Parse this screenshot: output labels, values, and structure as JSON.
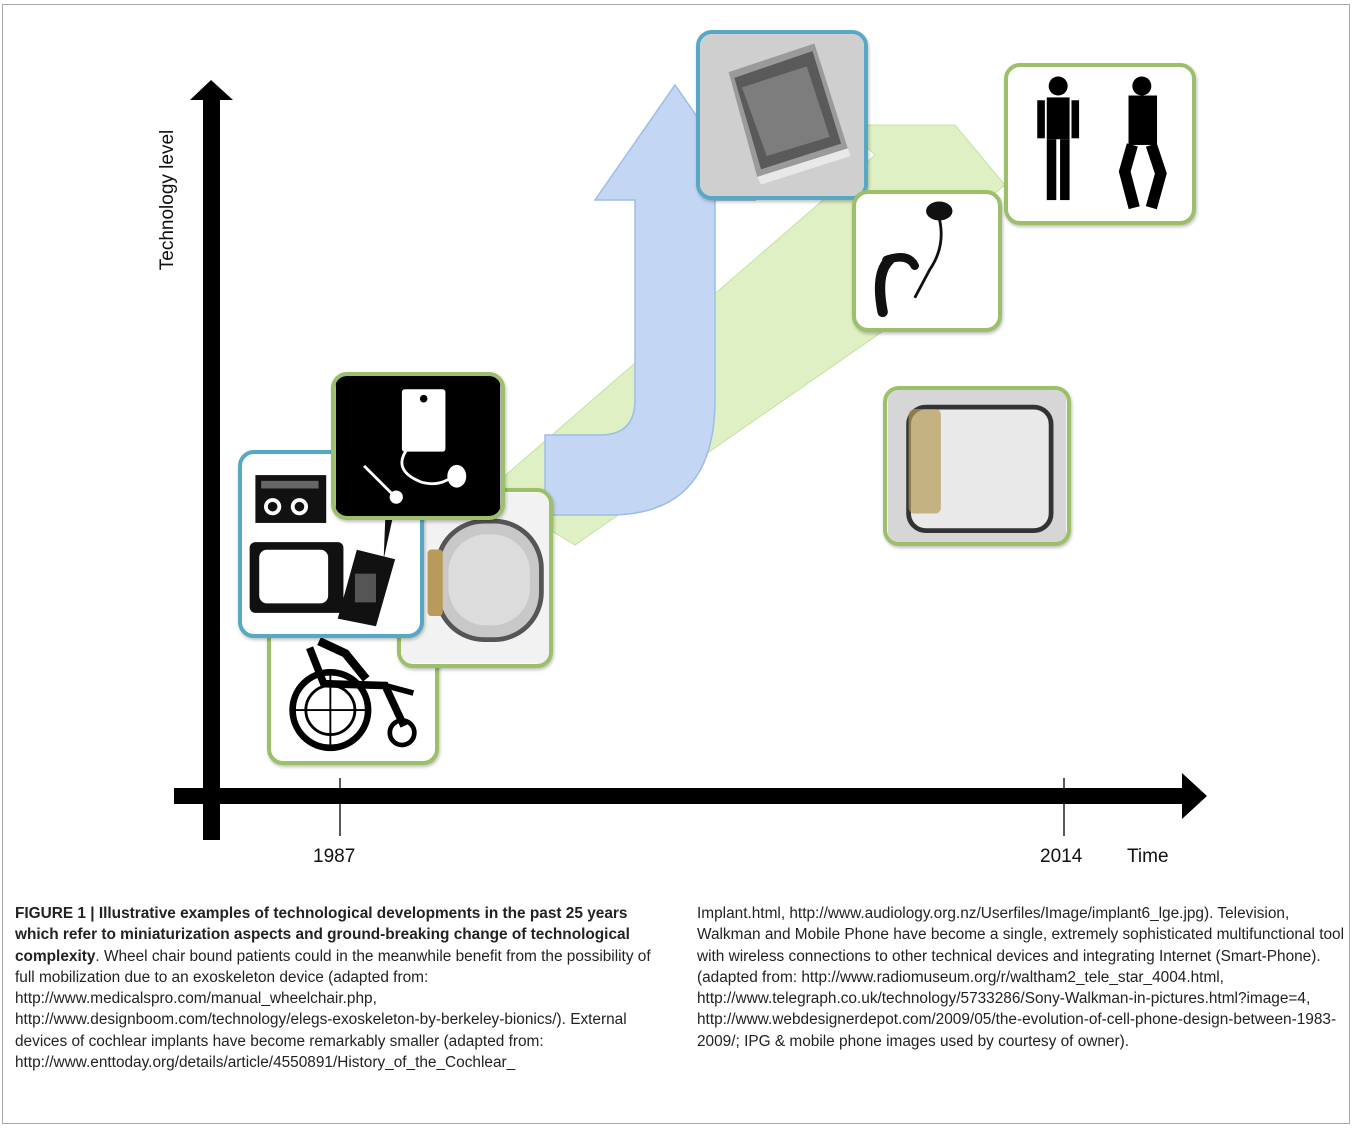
{
  "figure": {
    "y_axis_label": "Technology level",
    "x_axis_label": "Time",
    "x_ticks": [
      "1987",
      "2014"
    ],
    "colors": {
      "axis": "#000000",
      "blue_arrow": "#c3d6f3",
      "green_arrow": "#dff0c4",
      "card_green_border": "#9cc069",
      "card_blue_border": "#56a8c4"
    },
    "images": [
      {
        "name": "wheelchair",
        "era": "1987"
      },
      {
        "name": "cochlear-implant-early",
        "era": "1987"
      },
      {
        "name": "walkman-tv-mobile-phone",
        "era": "1987"
      },
      {
        "name": "ipg-old",
        "era": "1987"
      },
      {
        "name": "smartphone",
        "era": "2014"
      },
      {
        "name": "cochlear-implant-modern",
        "era": "2014"
      },
      {
        "name": "exoskeleton",
        "era": "2014"
      },
      {
        "name": "ipg-modern",
        "era": "2014"
      }
    ]
  },
  "caption": {
    "bold": "FIGURE 1 | Illustrative examples of technological developments in the past 25 years which refer to miniaturization aspects and ground-breaking change of technological complexity",
    "left_text": ". Wheel chair bound patients could in the meanwhile benefit from the possibility of full mobilization due to an exoskeleton device (adapted from: http://www.medicalspro.com/manual_wheelchair.php, http://www.designboom.com/technology/elegs-exoskeleton-by-berkeley-bionics/). External devices of cochlear implants have become remarkably smaller (adapted from: http://www.enttoday.org/details/article/4550891/History_of_the_Cochlear_",
    "right_text": "Implant.html, http://www.audiology.org.nz/Userfiles/Image/implant6_lge.jpg). Television, Walkman and Mobile Phone have become a single, extremely sophisticated multifunctional tool with wireless connections to other technical devices and integrating Internet (Smart-Phone). (adapted from: http://www.radiomuseum.org/r/waltham2_tele_star_4004.html, http://www.telegraph.co.uk/technology/5733286/Sony-Walkman-in-pictures.html?image=4, http://www.webdesignerdepot.com/2009/05/the-evolution-of-cell-phone-design-between-1983-2009/; IPG & mobile phone images used by courtesy of owner)."
  }
}
